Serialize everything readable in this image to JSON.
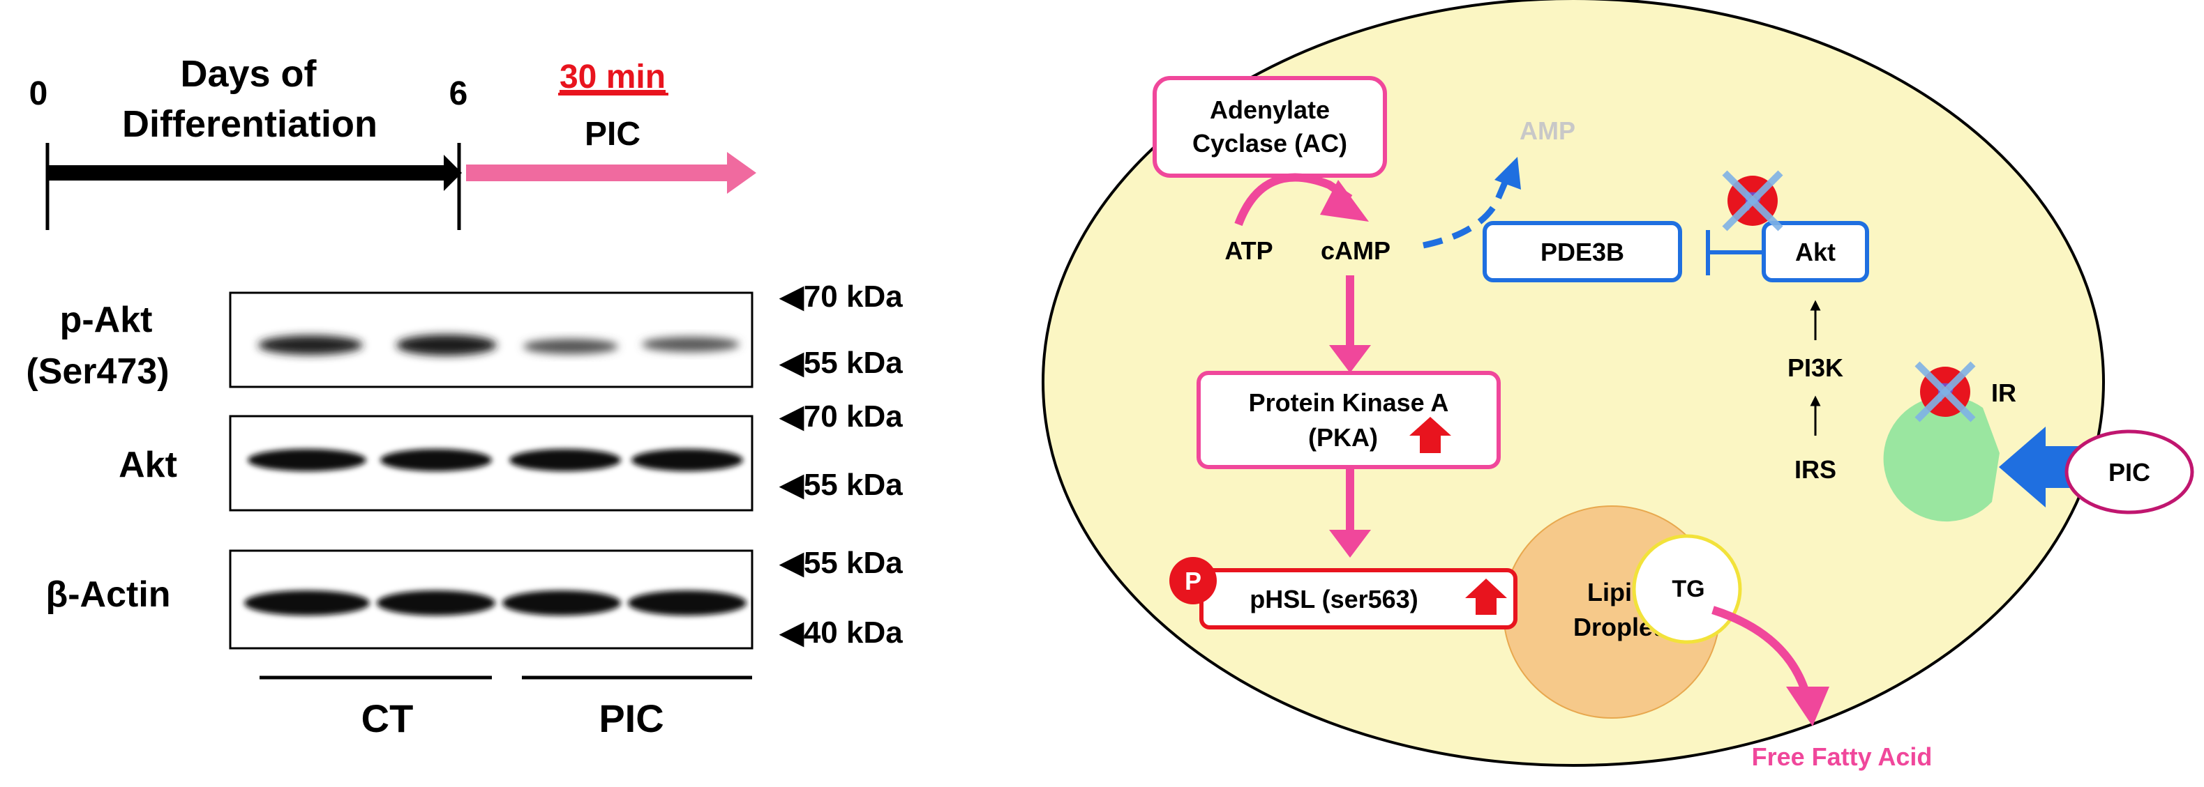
{
  "timeline": {
    "start_day": "0",
    "end_day": "6",
    "period_label_line1": "Days of",
    "period_label_line2": "Differentiation",
    "treatment_time": "30 min",
    "treatment_label": "PIC"
  },
  "blot": {
    "rows": [
      {
        "label_line1": "p-Akt",
        "label_line2": "(Ser473)"
      },
      {
        "label_line1": "Akt"
      },
      {
        "label_line1": "β-Actin"
      }
    ],
    "markers": [
      "◀70 kDa",
      "◀55 kDa",
      "◀70 kDa",
      "◀55 kDa",
      "◀55 kDa",
      "◀40 kDa"
    ],
    "groups": [
      "CT",
      "PIC"
    ]
  },
  "pathway": {
    "adenylate_cyclase_line1": "Adenylate",
    "adenylate_cyclase_line2": "Cyclase (AC)",
    "atp": "ATP",
    "camp": "cAMP",
    "amp": "AMP",
    "pde3b": "PDE3B",
    "akt": "Akt",
    "pi3k": "PI3K",
    "irs": "IRS",
    "ir": "IR",
    "pic": "PIC",
    "pka_line1": "Protein Kinase A",
    "pka_line2": "(PKA)",
    "phsl": "pHSL (ser563)",
    "phospho": "P",
    "lipid_line1": "Lipid",
    "lipid_line2": "Droplet",
    "tg": "TG",
    "ffa": "Free Fatty Acid"
  },
  "colors": {
    "pink": "#f0479b",
    "red": "#e8141e",
    "blue": "#1f6fe0",
    "cell": "#fbf6c3",
    "droplet": "#f6c98a",
    "receptor": "#9ae6a0",
    "pic_ring": "#c0166f",
    "gray_text": "#c8c8c8"
  }
}
